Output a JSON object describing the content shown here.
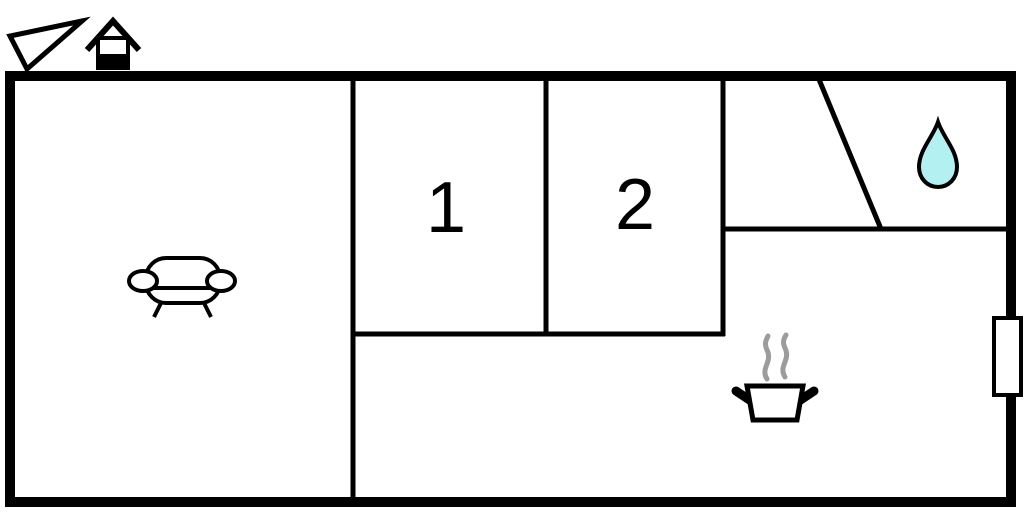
{
  "plan": {
    "type": "floor-plan",
    "rooms": {
      "room1": {
        "label": "1"
      },
      "room2": {
        "label": "2"
      }
    },
    "icons": [
      "north-arrow-icon",
      "house-icon",
      "sofa-icon",
      "water-drop-icon",
      "cooking-pot-icon",
      "steam-icon",
      "window-symbol"
    ]
  },
  "colors": {
    "wall": "#000000",
    "background": "#ffffff",
    "water_drop_fill": "#b3f0f1",
    "steam": "#9c9c9c",
    "text": "#000000"
  }
}
